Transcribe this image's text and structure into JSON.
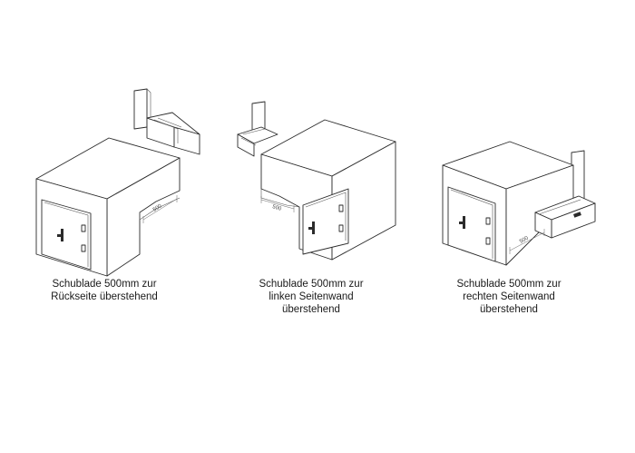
{
  "figures": [
    {
      "id": "rear",
      "dimension": "500",
      "caption_lines": [
        "Schublade 500mm zur",
        "Rückseite überstehend"
      ]
    },
    {
      "id": "left",
      "dimension": "500",
      "caption_lines": [
        "Schublade 500mm zur",
        "linken Seitenwand",
        "überstehend"
      ]
    },
    {
      "id": "right",
      "dimension": "500",
      "caption_lines": [
        "Schublade 500mm zur",
        "rechten Seitenwand",
        "überstehend"
      ]
    }
  ]
}
